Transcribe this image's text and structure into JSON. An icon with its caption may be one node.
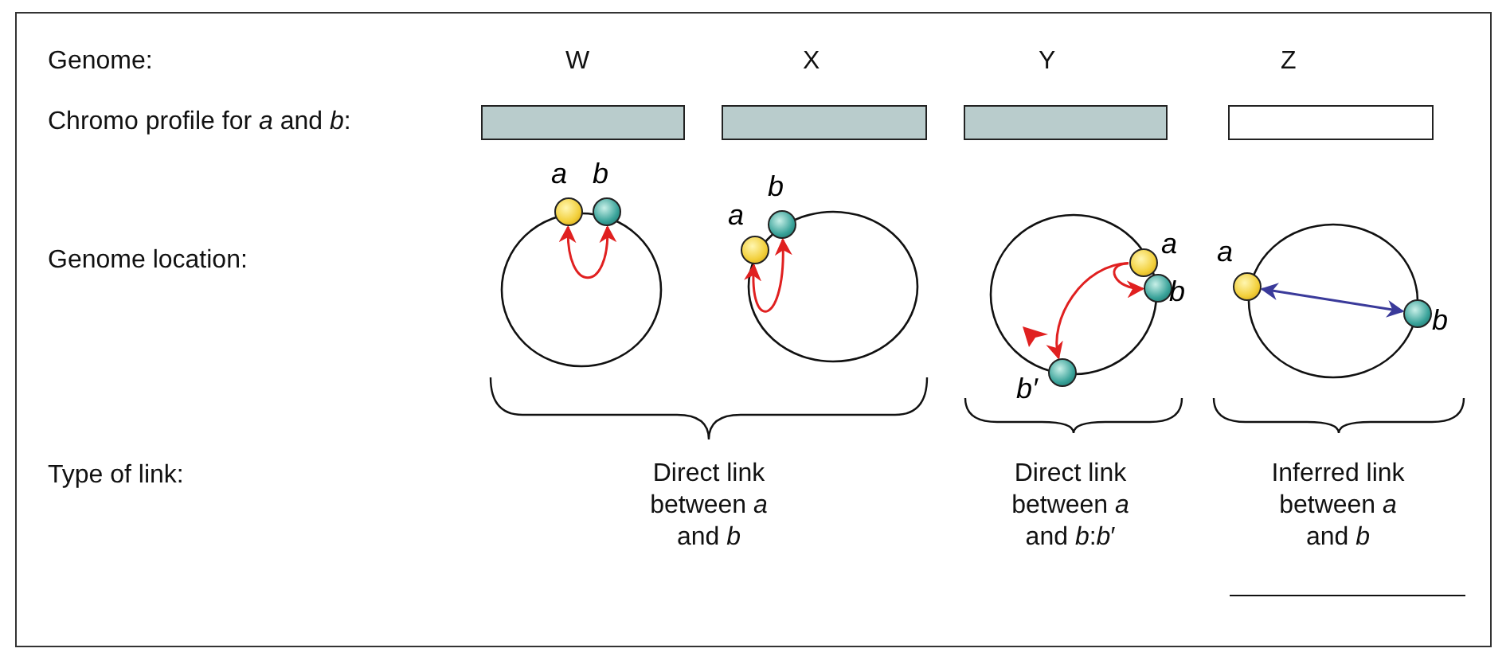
{
  "diagram": {
    "nodes": [
      {
        "text": [],
        "shape": "bar"
      },
      {
        "text": [],
        "shape": "bar"
      },
      {
        "text": [],
        "shape": "bar"
      },
      {
        "text": [],
        "shape": "bar"
      },
      {
        "text": [],
        "shape": "circle",
        "beside": [
          "a"
        ]
      },
      {
        "text": [],
        "shape": "circle",
        "beside": [
          "b"
        ]
      },
      {
        "text": [],
        "shape": "circle",
        "beside": [
          "a"
        ]
      },
      {
        "text": [],
        "shape": "circle",
        "beside": [
          "b"
        ]
      },
      {
        "text": [],
        "shape": "circle",
        "beside": [
          "a"
        ]
      },
      {
        "text": [],
        "shape": "circle",
        "beside": [
          "b"
        ]
      },
      {
        "text": [],
        "shape": "circle",
        "beside": [
          "b′"
        ]
      },
      {
        "text": [],
        "shape": "circle",
        "beside": [
          "a"
        ]
      },
      {
        "text": [],
        "shape": "circle",
        "beside": [
          "b"
        ]
      }
    ],
    "edges": [
      {
        "from": 4,
        "to": 5,
        "arrow": "both"
      },
      {
        "from": 6,
        "to": 7,
        "arrow": "both"
      },
      {
        "from": 8,
        "to": 9,
        "arrow": "to"
      },
      {
        "from": 8,
        "to": 10,
        "arrow": "to"
      },
      {
        "from": 11,
        "to": 12,
        "arrow": "both",
        "color": "#3a3a9a"
      }
    ],
    "labels": [
      "Genome:",
      "W",
      "X",
      "Y",
      "Z",
      "Chromo profile for *a* and *b*:",
      "Genome location:",
      "Type of link:",
      "Direct link between *a* and *b*",
      "Direct link between *a* and *b*:*b*′",
      "Inferred link between *a* and *b*"
    ]
  }
}
